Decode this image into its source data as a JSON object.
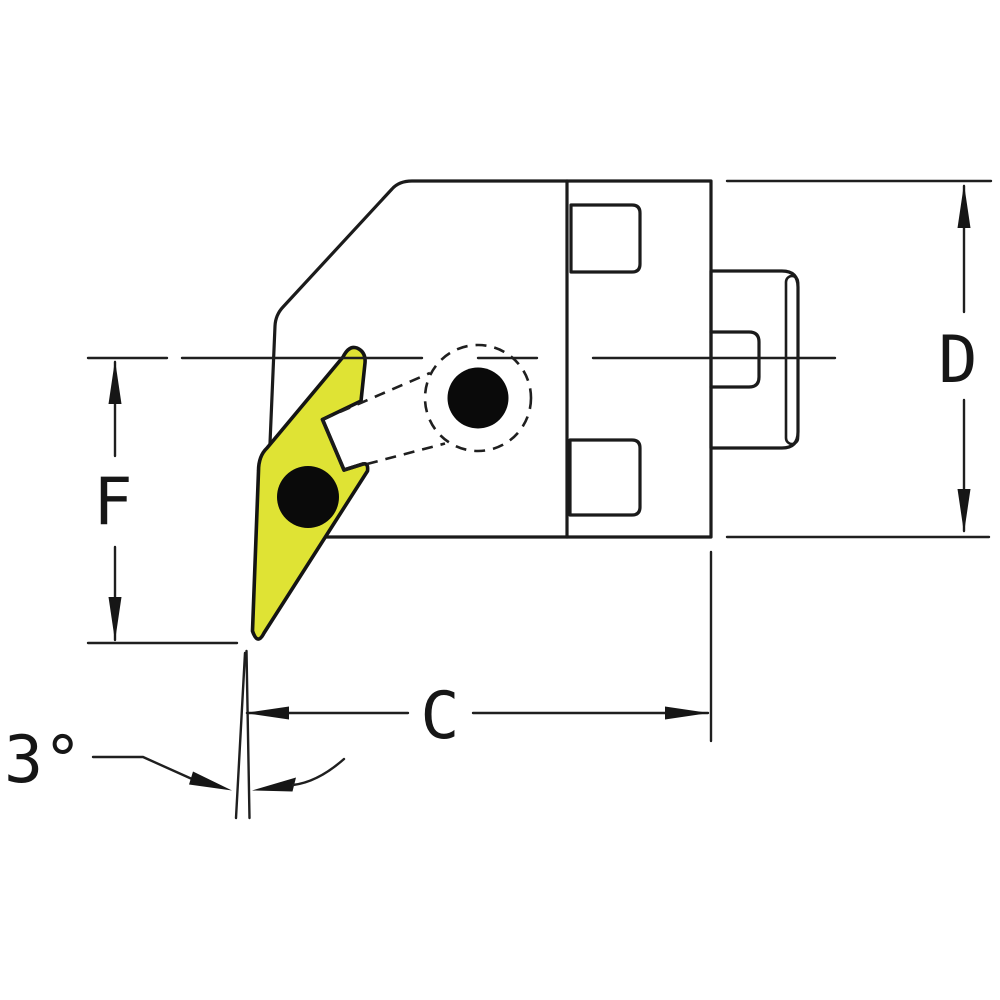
{
  "drawing": {
    "kind": "tool-holder-engineering-drawing",
    "background": "#ffffff",
    "body_color": "#6b6b6b",
    "insert_color": "#dfe334",
    "hole_color": "#0a0a0a",
    "end_face_color": "#ffffff",
    "outline_color": "#1b1b1b",
    "dimensions": {
      "d_label": "D",
      "f_label": "F",
      "c_label": "C",
      "angle_label": "3°"
    }
  }
}
